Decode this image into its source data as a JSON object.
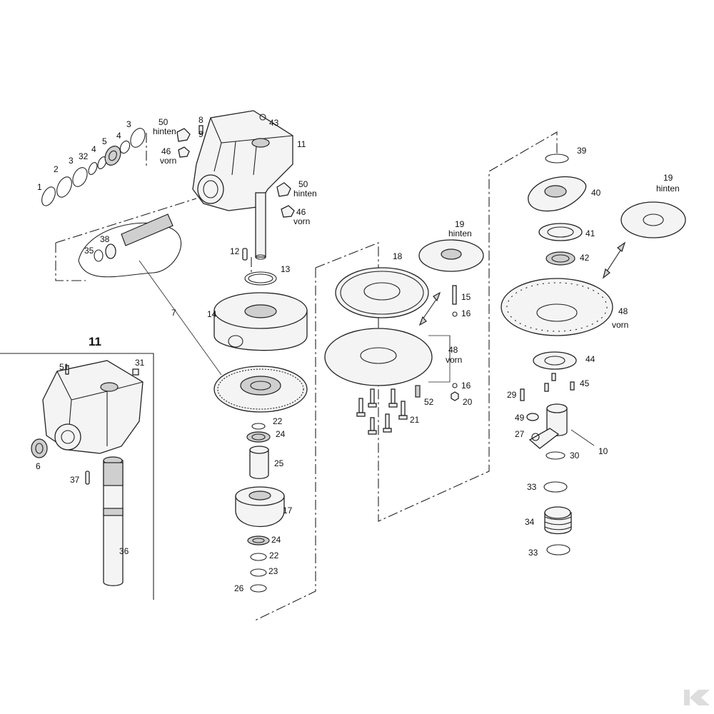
{
  "labels": {
    "p1": "1",
    "p2": "2",
    "p3a": "3",
    "p32": "32",
    "p4a": "4",
    "p5": "5",
    "p4b": "4",
    "p3b": "3",
    "p50a": "50",
    "p50a_sub": "hinten",
    "p46a": "46",
    "p46a_sub": "vorn",
    "p8": "8",
    "p9": "9",
    "p43": "43",
    "p11a": "11",
    "p50b": "50",
    "p50b_sub": "hinten",
    "p46b": "46",
    "p46b_sub": "vorn",
    "p38": "38",
    "p35": "35",
    "p12": "12",
    "p13": "13",
    "p14": "14",
    "p7": "7",
    "p22a": "22",
    "p24a": "24",
    "p25": "25",
    "p17": "17",
    "p24b": "24",
    "p22b": "22",
    "p23": "23",
    "p26": "26",
    "p18": "18",
    "p19a": "19",
    "p19a_sub": "hinten",
    "p15": "15",
    "p16a": "16",
    "p48a": "48",
    "p48a_sub": "vorn",
    "p16b": "16",
    "p20": "20",
    "p52": "52",
    "p21": "21",
    "p39": "39",
    "p40": "40",
    "p19b": "19",
    "p19b_sub": "hinten",
    "p41": "41",
    "p42": "42",
    "p48b": "48",
    "p48b_sub": "vorn",
    "p44": "44",
    "p45": "45",
    "p29": "29",
    "p49": "49",
    "p27": "27",
    "p10": "10",
    "p30": "30",
    "p33a": "33",
    "p34": "34",
    "p33b": "33",
    "inset_title": "11",
    "p51": "51",
    "p31": "31",
    "p6": "6",
    "p37": "37",
    "p36": "36"
  },
  "colors": {
    "line": "#222222",
    "fill": "#f4f4f4",
    "shade": "#cfcfcf",
    "logo": "#dddddd"
  },
  "logo": {
    "name": "kramp-logo-mark"
  }
}
